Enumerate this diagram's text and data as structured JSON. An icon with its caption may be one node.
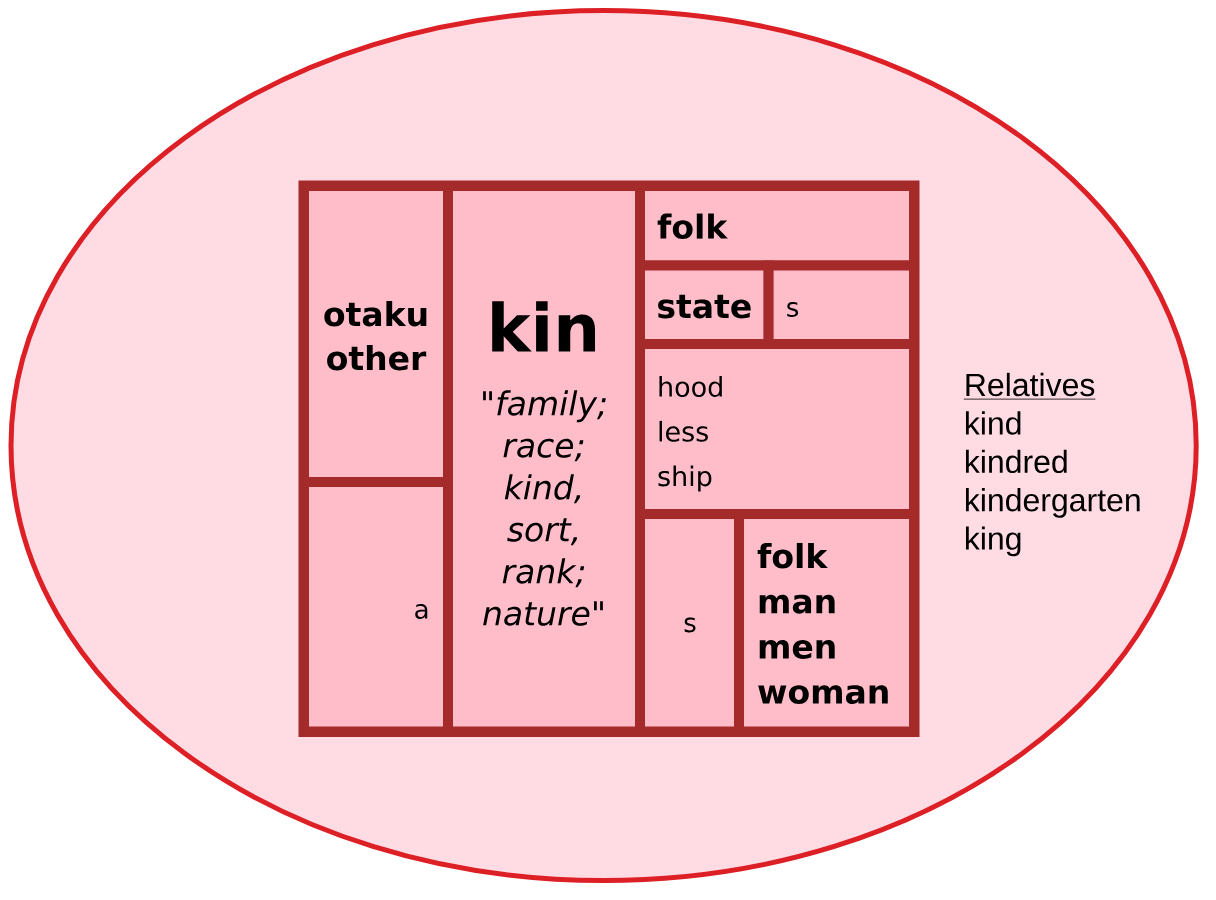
{
  "diagram": {
    "nodes": [
      {
        "text": [
          "Relatives",
          "kind",
          "kindred",
          "kindergarten",
          "king"
        ]
      },
      {
        "text": [],
        "shape": "box",
        "in": 0
      },
      {
        "text": [
          "otaku",
          "other"
        ],
        "in": 1
      },
      {
        "text": [
          "a"
        ],
        "in": 1
      },
      {
        "text": [
          "kin",
          "\"family; race; kind, sort, rank; nature\""
        ],
        "in": 1
      },
      {
        "text": [
          "folk"
        ],
        "in": 1
      },
      {
        "text": [
          "state"
        ],
        "in": 1
      },
      {
        "text": [
          "s"
        ],
        "in": 1
      },
      {
        "text": [
          "hood",
          "less",
          "ship"
        ],
        "in": 1
      },
      {
        "text": [
          "s"
        ],
        "in": 1
      },
      {
        "text": [
          "folk",
          "man",
          "men",
          "woman"
        ],
        "in": 1
      }
    ]
  }
}
